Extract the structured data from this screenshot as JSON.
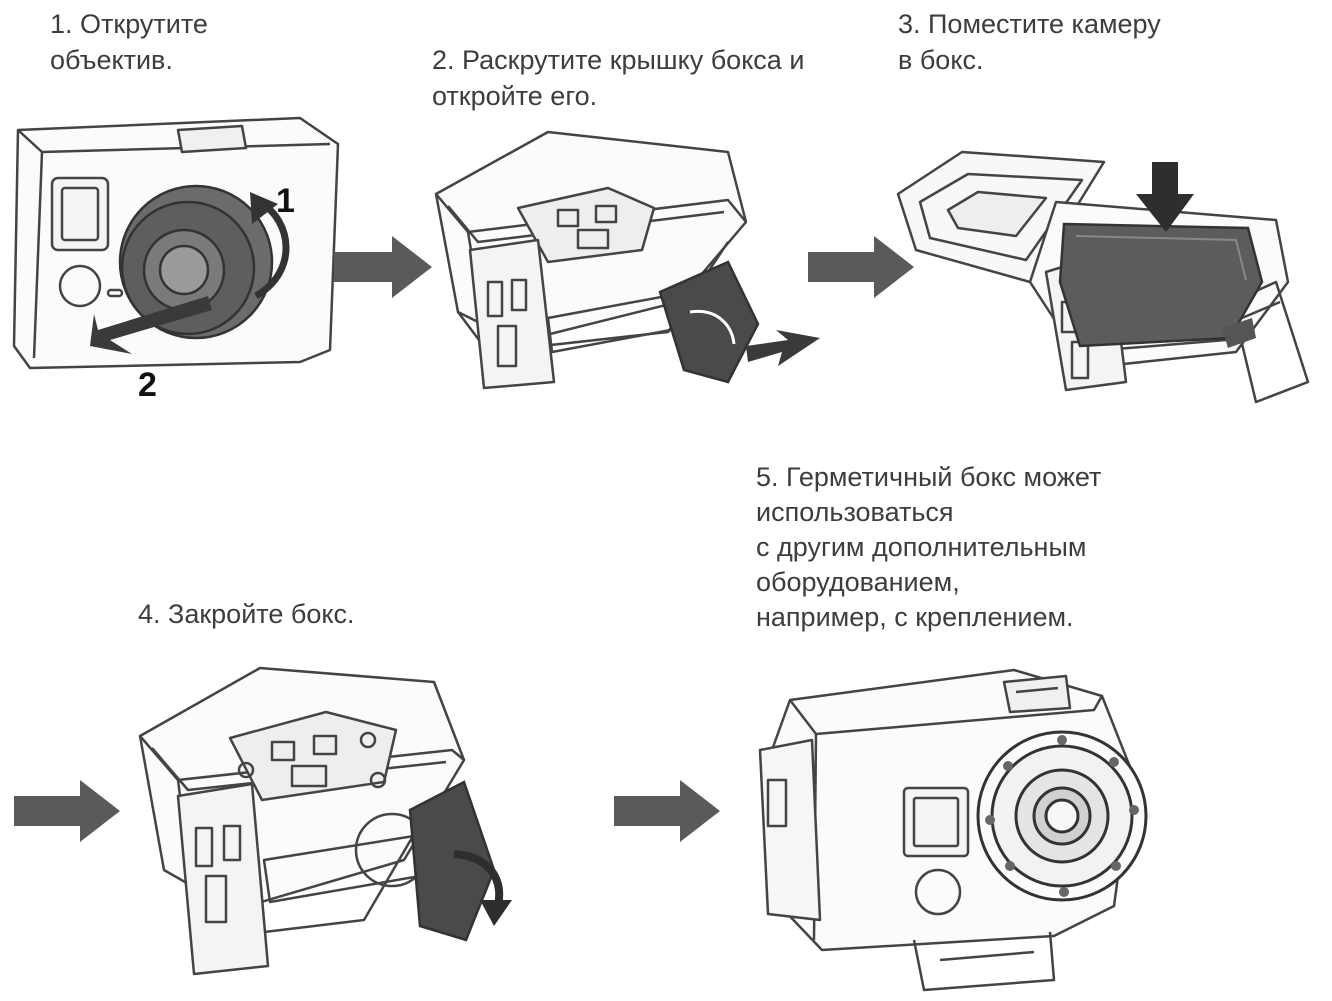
{
  "steps": [
    {
      "label": "1. Открутите\nобъектив.",
      "markers": [
        "1",
        "2"
      ]
    },
    {
      "label": "2. Раскрутите крышку бокса и\nоткройте его."
    },
    {
      "label": "3. Поместите камеру\nв бокс."
    },
    {
      "label": "4. Закройте бокс."
    },
    {
      "label": "5. Герметичный бокс может\nиспользоваться\nс другим дополнительным\nоборудованием,\n например, с креплением."
    }
  ],
  "icons": [
    "camera-illustration",
    "housing-open-illustration",
    "camera-in-housing-illustration",
    "housing-closed-illustration",
    "camera-with-mount-illustration",
    "flow-arrow-icon"
  ],
  "colors": {
    "line": "#444444",
    "arrow": "#5a5a5a",
    "dark": "#3a3a3a",
    "text": "#3d3d3d"
  }
}
